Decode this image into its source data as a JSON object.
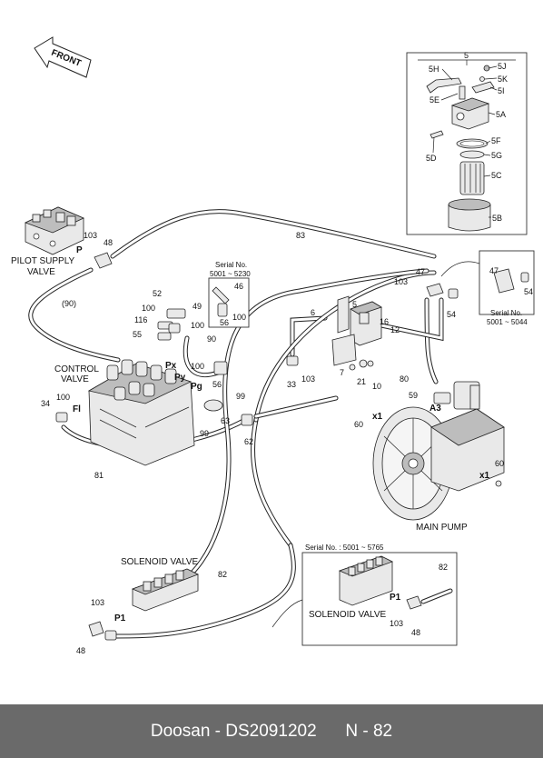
{
  "orientation_arrow": "FRONT",
  "callouts": {
    "c5": "5",
    "c5H": "5H",
    "c5J": "5J",
    "c5K": "5K",
    "c5I": "5I",
    "c5E": "5E",
    "c5A": "5A",
    "c5D": "5D",
    "c5F": "5F",
    "c5G": "5G",
    "c5C": "5C",
    "c5B": "5B",
    "c103a": "103",
    "c48a": "48",
    "cPa": "P",
    "c83": "83",
    "c90": "(90)",
    "c46": "46",
    "c56a": "56",
    "c100a": "100",
    "c52": "52",
    "c49": "49",
    "c100b": "100",
    "c116": "116",
    "c100c": "100",
    "c55": "55",
    "c90b": "90",
    "cPx": "Px",
    "cPy": "Py",
    "cPg": "Pg",
    "c100d": "100",
    "c56b": "56",
    "c47a": "47",
    "c103b": "103",
    "c54a": "54",
    "c47b": "47",
    "c54b": "54",
    "c6": "6",
    "c5b": "5",
    "c16": "16",
    "c12": "12",
    "c33": "33",
    "c103c": "103",
    "c7": "7",
    "c21": "21",
    "c10": "10",
    "c80": "80",
    "c59": "59",
    "cA3": "A3",
    "c100e": "100",
    "c34": "34",
    "cFl": "Fl",
    "c99a": "99",
    "c63": "63",
    "c99b": "99",
    "c62": "62",
    "c60a": "60",
    "cx1a": "x1",
    "c81": "81",
    "c60b": "60",
    "cx1b": "x1",
    "c82a": "82",
    "c103d": "103",
    "cP1a": "P1",
    "c48b": "48",
    "c82b": "82",
    "cP1b": "P1",
    "c103e": "103",
    "c48c": "48"
  },
  "captions": {
    "pilot_supply_valve_1": "PILOT SUPPLY",
    "pilot_supply_valve_2": "VALVE",
    "control_valve_1": "CONTROL",
    "control_valve_2": "VALVE",
    "main_pump": "MAIN PUMP",
    "solenoid_valve_top": "SOLENOID VALVE",
    "solenoid_valve_box": "SOLENOID VALVE"
  },
  "serial_notes": {
    "s1_title": "Serial No.",
    "s1_range": "5001 ~ 5230",
    "s2_title": "Serial No.",
    "s2_range": "5001 ~ 5044",
    "s3": "Serial No. : 5001 ~ 5765"
  },
  "footer": {
    "brand": "Doosan",
    "separator": " - ",
    "part_number": "DS2091202",
    "page": "N - 82"
  }
}
